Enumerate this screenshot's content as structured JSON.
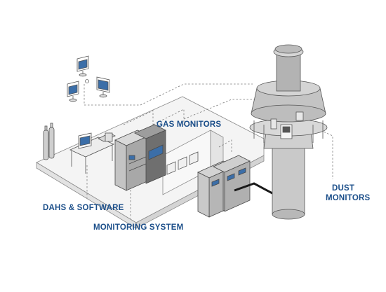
{
  "labels": {
    "gas_monitors": "GAS MONITORS",
    "dust_monitors_line1": "DUST",
    "dust_monitors_line2": "MONITORS",
    "dahs_software": "DAHS & SOFTWARE",
    "monitoring_system": "MONITORING SYSTEM"
  },
  "colors": {
    "label_blue": "#1c4f8a",
    "outline": "#6b6b6b",
    "floor": "#f3f3f3",
    "cabinet": "#c9c9c9",
    "cabinet_dark": "#9a9a9a",
    "stack": "#bdbdbd",
    "cable": "#1a1a1a",
    "screen_blue": "#3b6ea8"
  },
  "icons": [
    "monitor-icon",
    "gas-cylinder-icon",
    "cabinet-icon",
    "stack-icon"
  ]
}
